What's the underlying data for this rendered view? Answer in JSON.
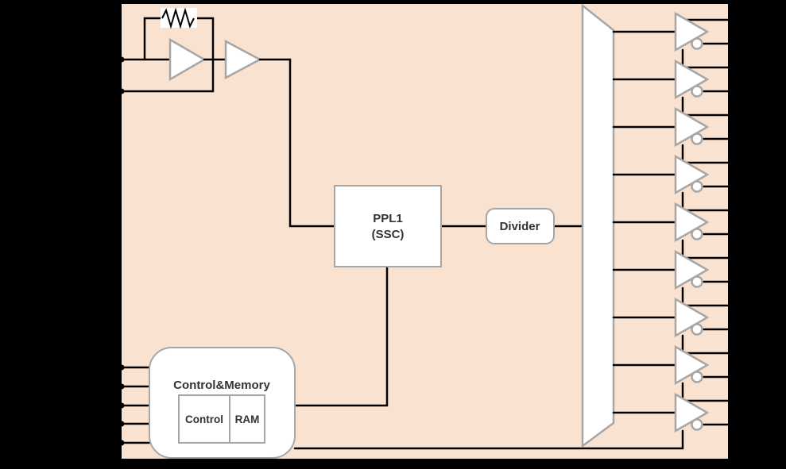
{
  "diagram": {
    "kind": "block-diagram"
  },
  "blocks": {
    "pll": {
      "line1": "PPL1",
      "line2": "(SSC)"
    },
    "divider": {
      "label": "Divider"
    },
    "control_memory": {
      "title": "Control&Memory",
      "control": "Control",
      "ram": "RAM"
    }
  },
  "outputs": {
    "buffer_count": 9,
    "right_pin_count": 18
  },
  "pins": {
    "left_top_count": 2,
    "left_bottom_count": 5
  },
  "colors": {
    "background": "#000000",
    "chip_fill": "#FAE2D1",
    "wire": "#000000",
    "shape_border": "#A6A6A6",
    "shape_fill": "#FFFFFF",
    "text": "#333333"
  }
}
